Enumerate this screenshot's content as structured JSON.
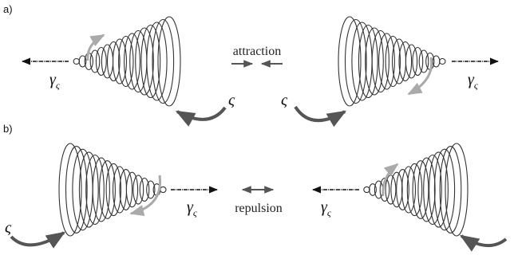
{
  "panels": [
    {
      "label": "a)",
      "interaction": "attraction",
      "symbol_main": "γ",
      "symbol_sub": "ς",
      "rotation_symbol": "ς"
    },
    {
      "label": "b)",
      "interaction": "repulsion",
      "symbol_main": "γ",
      "symbol_sub": "ς",
      "rotation_symbol": "ς"
    }
  ],
  "colors": {
    "coil": "#333333",
    "axis_arrow": "#111111",
    "rotation_dark": "#555555",
    "rotation_light": "#aaaaaa",
    "interaction_arrow": "#555555"
  }
}
